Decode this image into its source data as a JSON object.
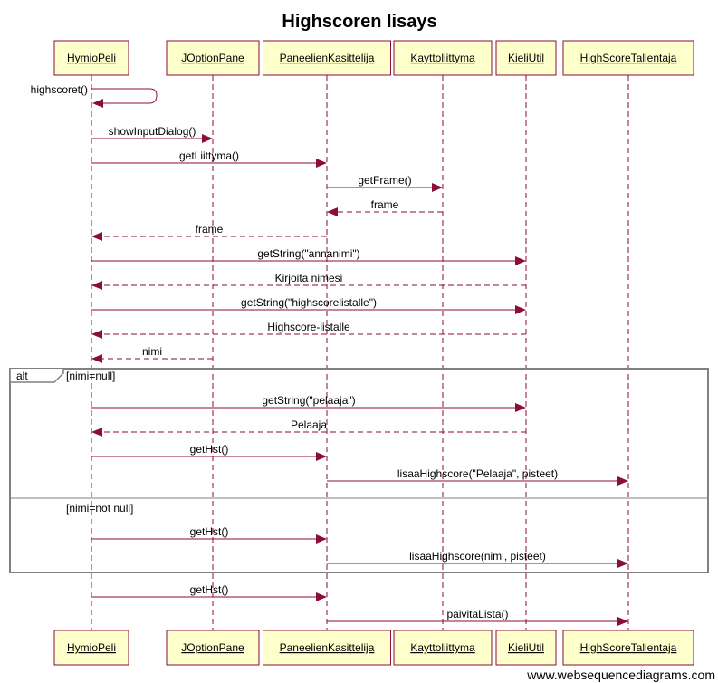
{
  "title": "Highscoren lisays",
  "watermark": "www.websequencediagrams.com",
  "colors": {
    "line": "#8b0d3a",
    "participant_fill": "#ffffcc",
    "frame": "#808080"
  },
  "participants": [
    "HymioPeli",
    "JOptionPane",
    "PaneelienKasittelija",
    "Kayttoliittyma",
    "KieliUtil",
    "HighScoreTallentaja"
  ],
  "messages": [
    {
      "from": 0,
      "to": 0,
      "label": "highscoret()",
      "kind": "self"
    },
    {
      "from": 0,
      "to": 1,
      "label": "showInputDialog()",
      "kind": "call"
    },
    {
      "from": 0,
      "to": 2,
      "label": "getLiittyma()",
      "kind": "call"
    },
    {
      "from": 2,
      "to": 3,
      "label": "getFrame()",
      "kind": "call"
    },
    {
      "from": 3,
      "to": 2,
      "label": "frame",
      "kind": "return"
    },
    {
      "from": 2,
      "to": 0,
      "label": "frame",
      "kind": "return"
    },
    {
      "from": 0,
      "to": 4,
      "label": "getString(\"annanimi\")",
      "kind": "call"
    },
    {
      "from": 4,
      "to": 0,
      "label": "Kirjoita nimesi",
      "kind": "return"
    },
    {
      "from": 0,
      "to": 4,
      "label": "getString(\"highscorelistalle\")",
      "kind": "call"
    },
    {
      "from": 4,
      "to": 0,
      "label": "Highscore-listalle",
      "kind": "return"
    },
    {
      "from": 1,
      "to": 0,
      "label": "nimi",
      "kind": "return"
    },
    {
      "from": 0,
      "to": 4,
      "label": "getString(\"pelaaja\")",
      "kind": "call"
    },
    {
      "from": 4,
      "to": 0,
      "label": "Pelaaja",
      "kind": "return"
    },
    {
      "from": 0,
      "to": 2,
      "label": "getHst()",
      "kind": "call"
    },
    {
      "from": 2,
      "to": 5,
      "label": "lisaaHighscore(\"Pelaaja\", pisteet)",
      "kind": "call"
    },
    {
      "from": 0,
      "to": 2,
      "label": "getHst()",
      "kind": "call"
    },
    {
      "from": 2,
      "to": 5,
      "label": "lisaaHighscore(nimi, pisteet)",
      "kind": "call"
    },
    {
      "from": 0,
      "to": 2,
      "label": "getHst()",
      "kind": "call"
    },
    {
      "from": 2,
      "to": 5,
      "label": "paivitaLista()",
      "kind": "call"
    }
  ],
  "alt_fragment": {
    "keyword": "alt",
    "guard_1": "[nimi=null]",
    "guard_2": "[nimi=not null]"
  }
}
